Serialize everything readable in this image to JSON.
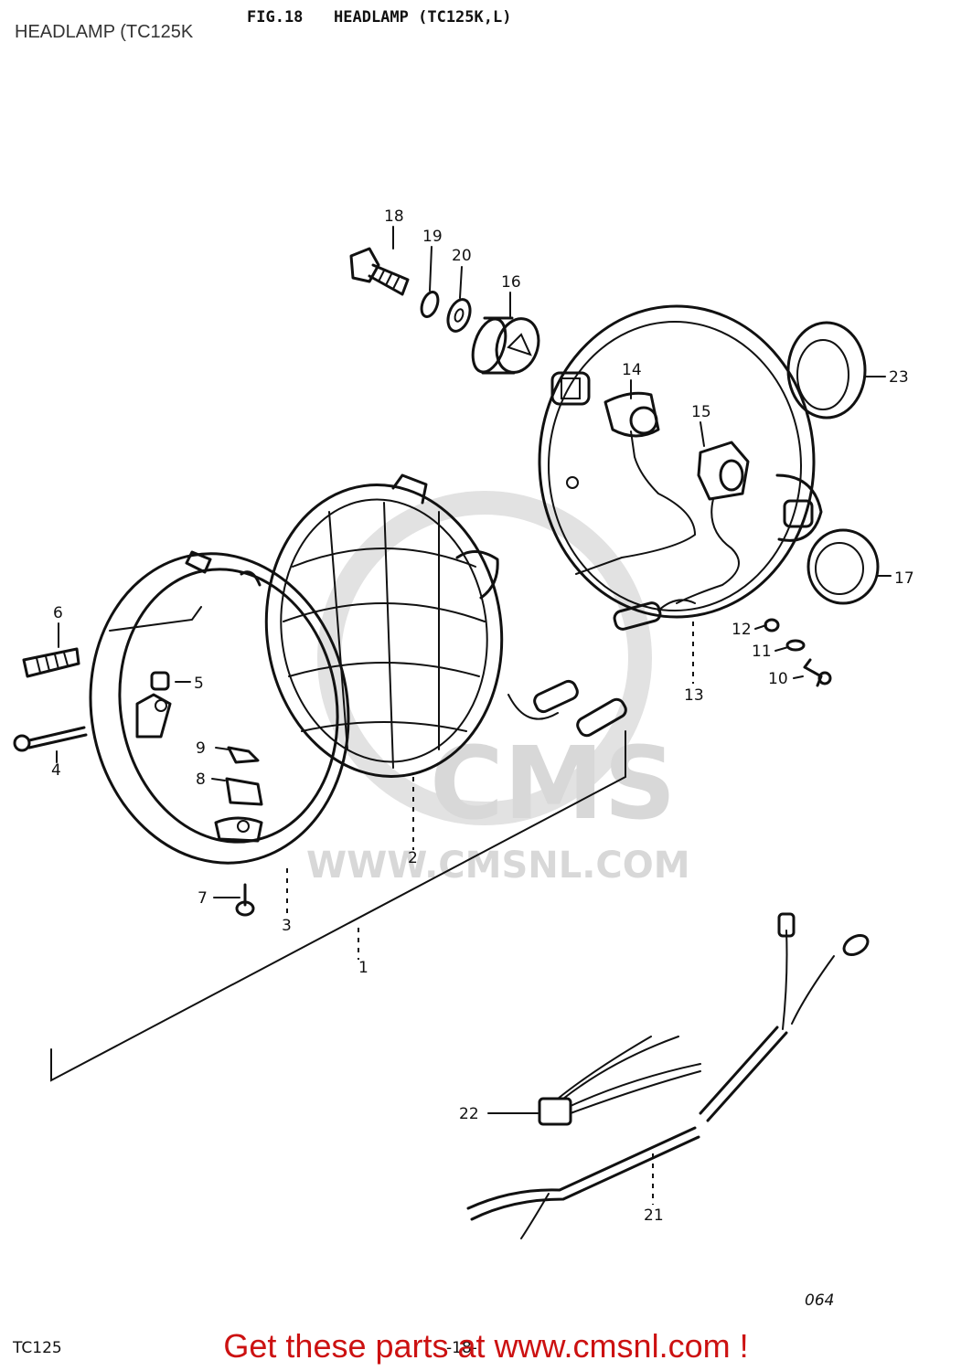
{
  "overlay_title": "HEADLAMP (TC125K",
  "figure": {
    "fig_label": "FIG.18",
    "title": "HEADLAMP (TC125K,L)",
    "page_code": "064",
    "model_code": "TC125",
    "page_number": "-18-"
  },
  "watermark": {
    "brand": "CMS",
    "url": "WWW.CMSNL.COM"
  },
  "parts": {
    "p1": "1",
    "p2": "2",
    "p3": "3",
    "p4": "4",
    "p5": "5",
    "p6": "6",
    "p7": "7",
    "p8": "8",
    "p9": "9",
    "p10": "10",
    "p11": "11",
    "p12": "12",
    "p13": "13",
    "p14": "14",
    "p15": "15",
    "p16": "16",
    "p17": "17",
    "p18": "18",
    "p19": "19",
    "p20": "20",
    "p21": "21",
    "p22": "22",
    "p23": "23"
  },
  "promo": "Get these parts at www.cmsnl.com !",
  "colors": {
    "promo": "#cc1111",
    "line": "#111111",
    "watermark": "#d8d8d8"
  }
}
